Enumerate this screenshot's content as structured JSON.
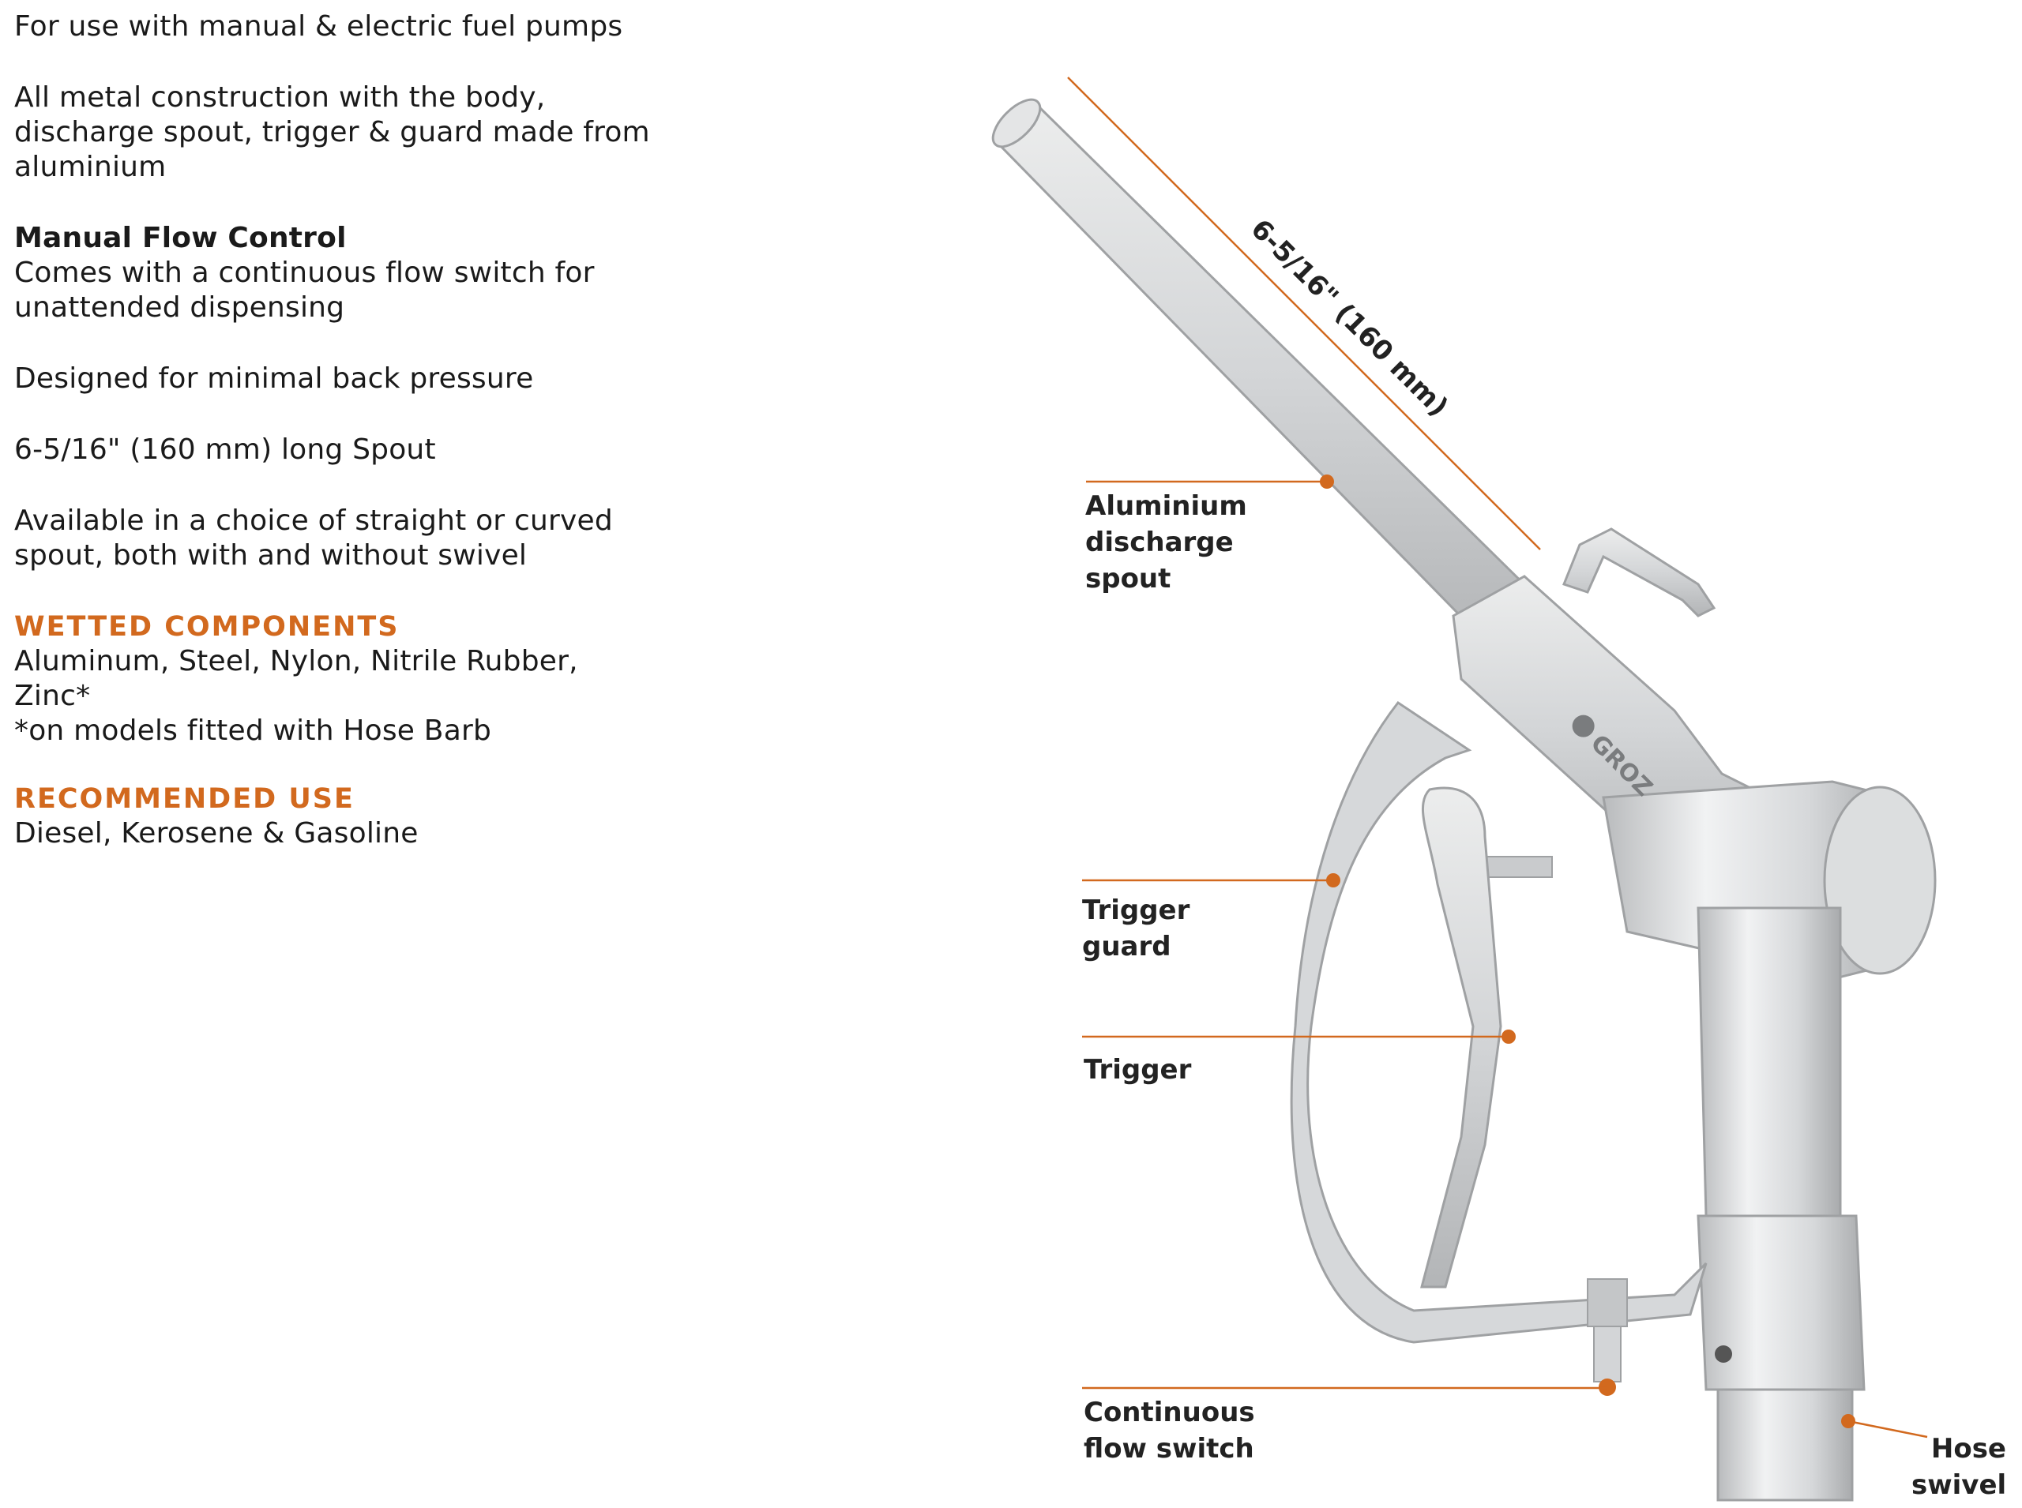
{
  "features": [
    "For use with manual & electric fuel pumps",
    "All metal construction with the body, discharge spout, trigger & guard made from aluminium",
    "Designed for minimal back pressure",
    "6-5/16\" (160 mm) long Spout",
    "Available in a choice of straight or curved spout, both with and without swivel"
  ],
  "flow_control": {
    "title": "Manual Flow Control",
    "text": "Comes with a continuous flow switch for unattended dispensing"
  },
  "wetted": {
    "heading": "WETTED COMPONENTS",
    "text": "Aluminum, Steel, Nylon, Nitrile Rubber, Zinc*",
    "note": "*on models fitted with Hose Barb"
  },
  "recommended": {
    "heading": "RECOMMENDED USE",
    "text": "Diesel, Kerosene & Gasoline"
  },
  "diagram": {
    "dimension": "6-5/16\" (160 mm)",
    "brand": "GROZ",
    "labels": {
      "spout_line1": "Aluminium",
      "spout_line2": "discharge",
      "spout_line3": "spout",
      "guard_line1": "Trigger",
      "guard_line2": "guard",
      "trigger": "Trigger",
      "switch_line1": "Continuous",
      "switch_line2": "flow switch",
      "swivel_line1": "Hose",
      "swivel_line2": "swivel"
    },
    "accent_color": "#d2691e"
  }
}
